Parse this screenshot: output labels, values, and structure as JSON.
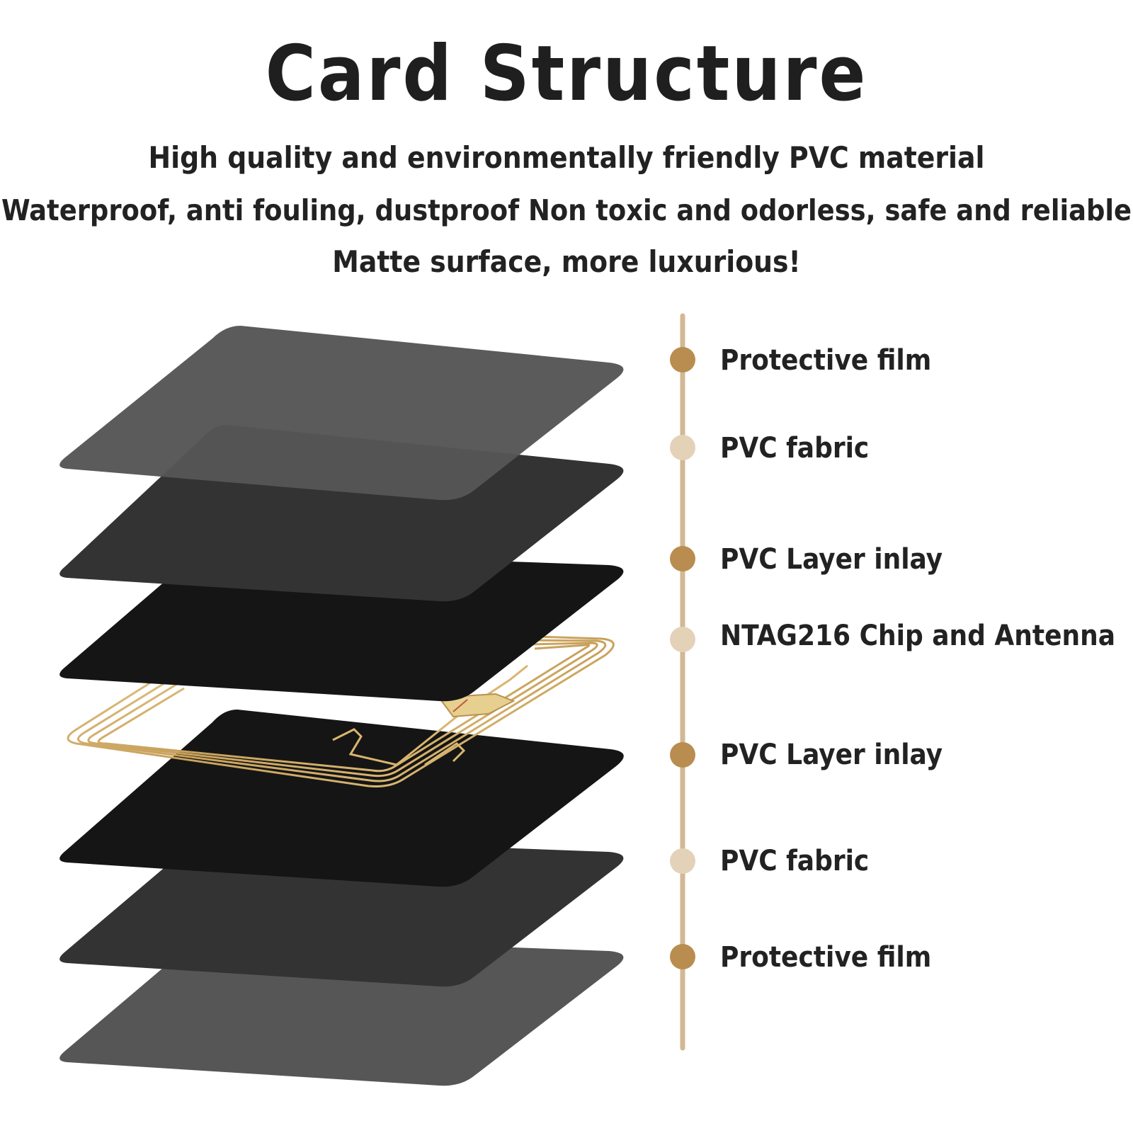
{
  "header": {
    "title": "Card Structure",
    "subtitle_lines": [
      "High quality and environmentally friendly PVC material",
      "Waterproof, anti fouling, dustproof Non toxic and odorless, safe and reliable",
      "Matte surface, more luxurious!"
    ]
  },
  "layers": [
    {
      "label": "Protective film",
      "dot_color": "#b98d4f",
      "layer_color": "#565656"
    },
    {
      "label": "PVC fabric",
      "dot_color": "#e4d2b8",
      "layer_color": "#333333"
    },
    {
      "label": "PVC Layer inlay",
      "dot_color": "#b98d4f",
      "layer_color": "#151515"
    },
    {
      "label": "NTAG216 Chip and Antenna",
      "dot_color": "#e4d2b8",
      "layer_color": "#c9a45e"
    },
    {
      "label": "PVC Layer inlay",
      "dot_color": "#b98d4f",
      "layer_color": "#151515"
    },
    {
      "label": "PVC fabric",
      "dot_color": "#e4d2b8",
      "layer_color": "#333333"
    },
    {
      "label": "Protective film",
      "dot_color": "#b98d4f",
      "layer_color": "#565656"
    }
  ],
  "colors": {
    "timeline": "#d2b894",
    "accent_gold": "#b98d4f",
    "accent_light": "#e4d2b8"
  }
}
